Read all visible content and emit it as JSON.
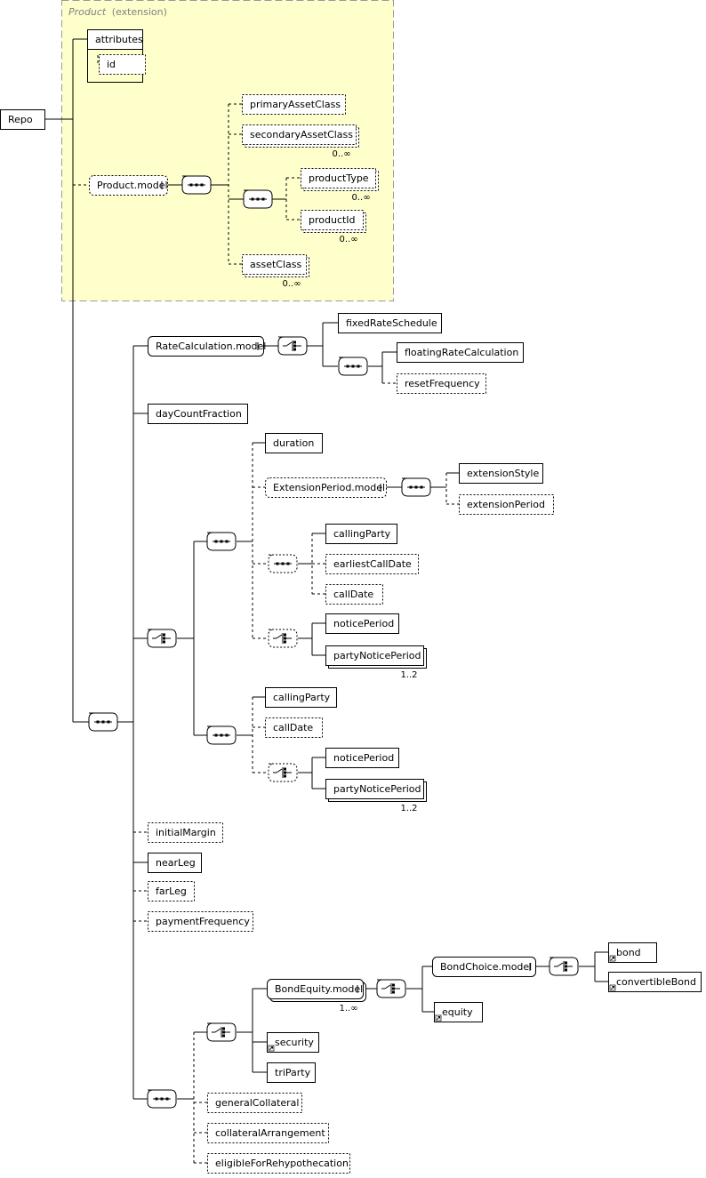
{
  "extension": {
    "title_italic": "Product",
    "title_suffix": "(extension)"
  },
  "root": {
    "label": "Repo"
  },
  "elements": {
    "attributes": "attributes",
    "id": "id",
    "product_model": "Product.model",
    "primary_asset_class": "primaryAssetClass",
    "secondary_asset_class": "secondaryAssetClass",
    "product_type": "productType",
    "product_id": "productId",
    "asset_class": "assetClass",
    "rate_calculation_model": "RateCalculation.model",
    "fixed_rate_schedule": "fixedRateSchedule",
    "floating_rate_calculation": "floatingRateCalculation",
    "reset_frequency": "resetFrequency",
    "day_count_fraction": "dayCountFraction",
    "duration": "duration",
    "extension_period_model": "ExtensionPeriod.model",
    "extension_style": "extensionStyle",
    "extension_period": "extensionPeriod",
    "calling_party_1": "callingParty",
    "earliest_call_date": "earliestCallDate",
    "call_date_1": "callDate",
    "notice_period_1": "noticePeriod",
    "party_notice_period_1": "partyNoticePeriod",
    "calling_party_2": "callingParty",
    "call_date_2": "callDate",
    "notice_period_2": "noticePeriod",
    "party_notice_period_2": "partyNoticePeriod",
    "initial_margin": "initialMargin",
    "near_leg": "nearLeg",
    "far_leg": "farLeg",
    "payment_frequency": "paymentFrequency",
    "bond_equity_model": "BondEquity.model",
    "bond_choice_model": "BondChoice.model",
    "bond": "bond",
    "convertible_bond": "convertibleBond",
    "equity": "equity",
    "security": "security",
    "tri_party": "triParty",
    "general_collateral": "generalCollateral",
    "collateral_arrangement": "collateralArrangement",
    "eligible_for_rehypothecation": "eligibleForRehypothecation"
  },
  "occurrences": {
    "secondary_asset_class": "0..∞",
    "product_type": "0..∞",
    "product_id": "0..∞",
    "asset_class": "0..∞",
    "party_notice_period_1": "1..2",
    "party_notice_period_2": "1..2",
    "bond_equity_model": "1..∞"
  },
  "colors": {
    "extension_fill": "#ffffcc",
    "extension_border": "#999999",
    "line": "#000000",
    "box_fill": "#ffffff"
  }
}
